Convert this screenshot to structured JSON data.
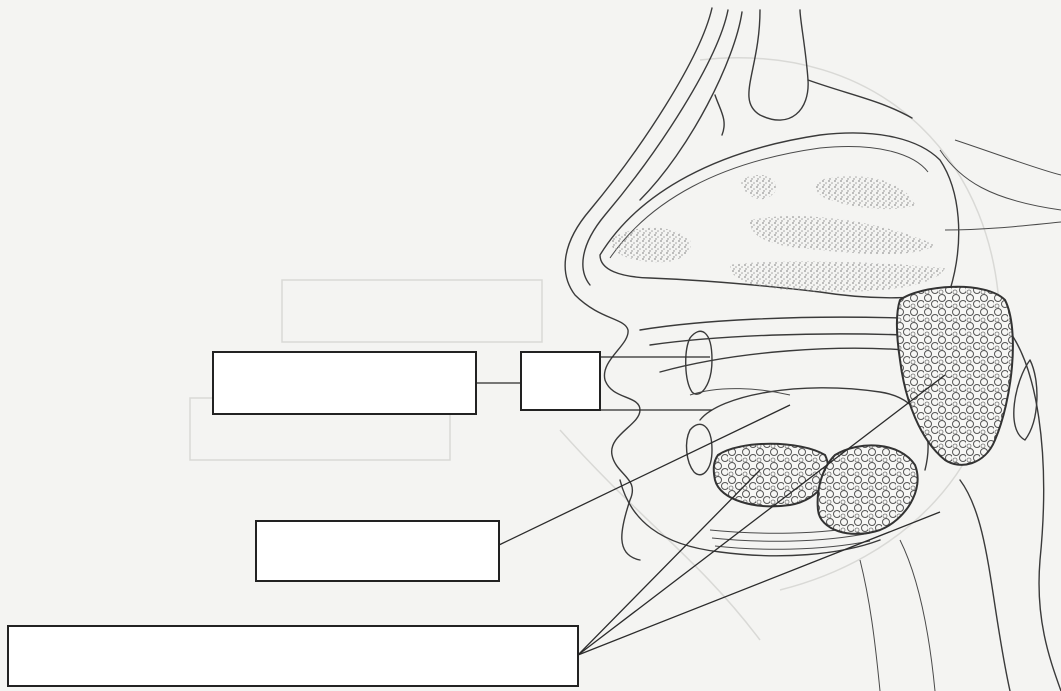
{
  "worksheet": {
    "labels": [
      {
        "id": "box-upper-left",
        "text": ""
      },
      {
        "id": "box-upper-right",
        "text": ""
      },
      {
        "id": "box-middle",
        "text": ""
      },
      {
        "id": "box-bottom",
        "text": ""
      }
    ]
  }
}
